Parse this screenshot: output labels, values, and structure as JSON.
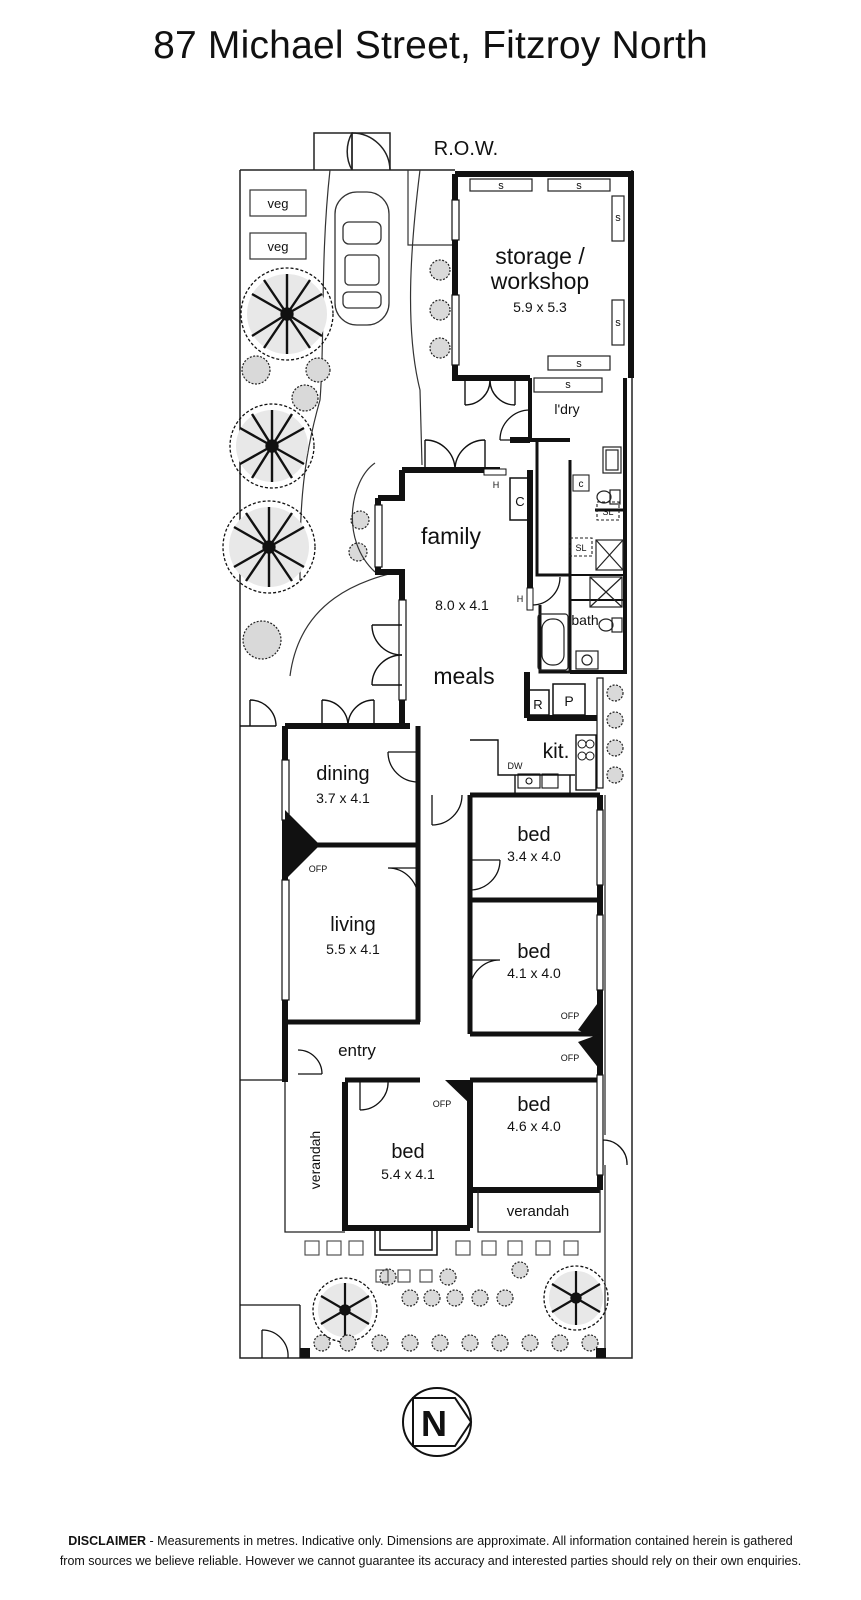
{
  "title": "87 Michael Street, Fitzroy North",
  "row_label": "R.O.W.",
  "rooms": {
    "storage": {
      "name_line1": "storage /",
      "name_line2": "workshop",
      "size": "5.9 x 5.3"
    },
    "laundry": {
      "name": "l'dry"
    },
    "family": {
      "name": "family",
      "size": "8.0 x 4.1"
    },
    "meals": {
      "name": "meals"
    },
    "bath": {
      "name": "bath"
    },
    "kitchen": {
      "name": "kit."
    },
    "dining": {
      "name": "dining",
      "size": "3.7 x 4.1"
    },
    "living": {
      "name": "living",
      "size": "5.5 x 4.1"
    },
    "entry": {
      "name": "entry"
    },
    "bed_a": {
      "name": "bed",
      "size": "3.4 x 4.0"
    },
    "bed_b": {
      "name": "bed",
      "size": "4.1 x 4.0"
    },
    "bed_c": {
      "name": "bed",
      "size": "4.6 x 4.0"
    },
    "bed_front": {
      "name": "bed",
      "size": "5.4 x 4.1"
    },
    "verandah_side": {
      "name": "verandah"
    },
    "verandah_front": {
      "name": "verandah"
    }
  },
  "garden": {
    "veg": "veg"
  },
  "fixtures": {
    "shelf": "s",
    "cupboard": "C",
    "cupboard_small": "c",
    "heater": "H",
    "skylight": "SL",
    "fireplace": "OFP",
    "dishwasher": "DW",
    "fridge": "R",
    "pantry": "P"
  },
  "north_arrow": {
    "letter": "N"
  },
  "disclaimer": {
    "label": "DISCLAIMER",
    "line1": " - Measurements in metres. Indicative only. Dimensions are approximate. All information contained herein is gathered",
    "line2": "from sources we believe reliable. However we cannot guarantee its accuracy and interested parties should rely on their own enquiries."
  }
}
